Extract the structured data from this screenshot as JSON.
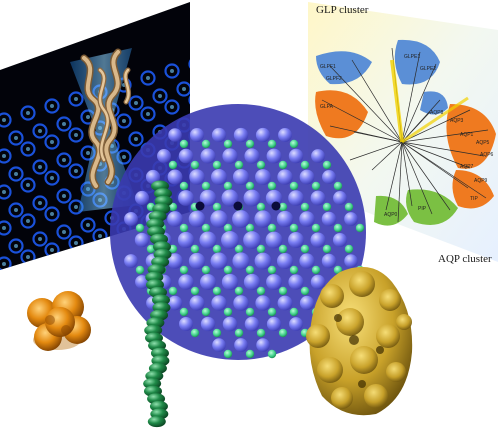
{
  "collage": {
    "tree_panel": {
      "top_label": "GLP cluster",
      "bottom_label": "AQP cluster",
      "leaf_labels": [
        "GLPE1",
        "GLPE2",
        "GLPF1",
        "GLPF2",
        "GLPA",
        "AQP1",
        "AQP3",
        "AQP5",
        "AQP6",
        "AQP7",
        "AQP8",
        "AQP9",
        "TIP",
        "PIP",
        "AQP0"
      ]
    },
    "colors": {
      "virus_blue": "#6a6ff0",
      "virus_green": "#3fcf8a",
      "helix_green": "#1f8a48",
      "orange_particle": "#e48a10",
      "gold_particle": "#c9a22a",
      "channel_blue": "#1f5fff",
      "tree_orange": "#ef7a20",
      "tree_blue": "#5b8fd6",
      "tree_green": "#7bc043",
      "tree_yellow": "#f3e36a"
    }
  }
}
